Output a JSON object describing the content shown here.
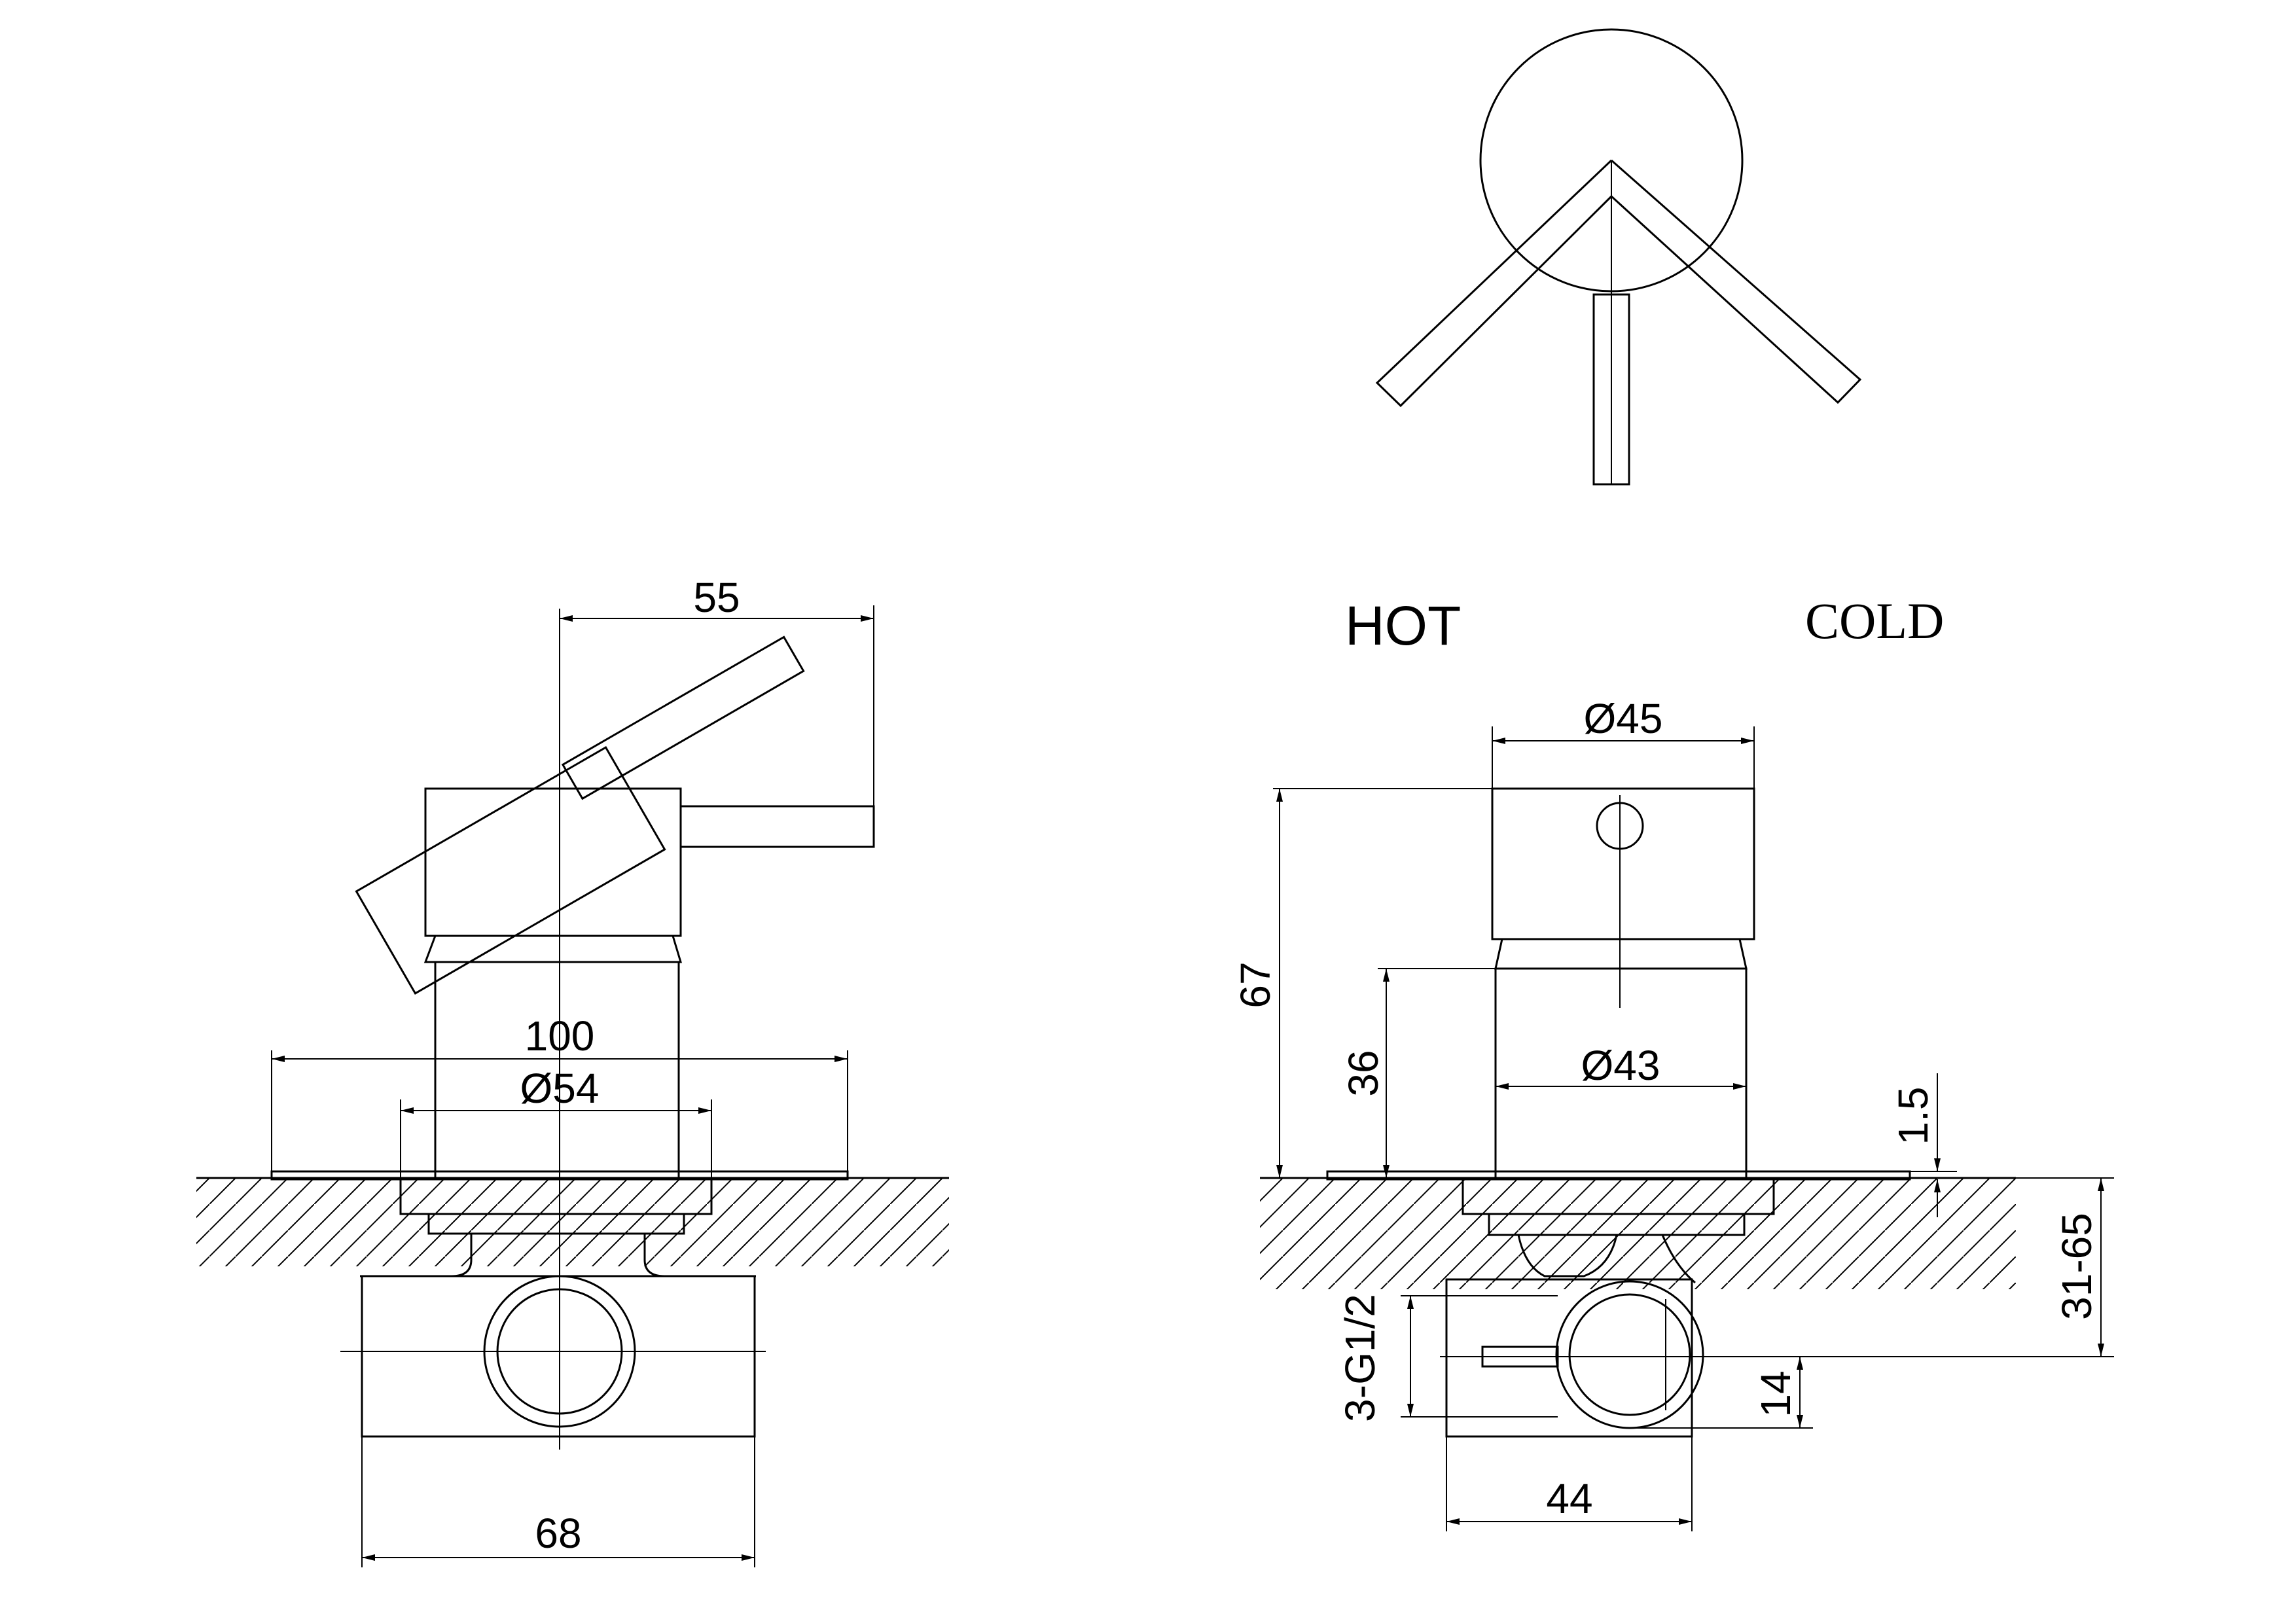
{
  "labels": {
    "hot": "HOT",
    "cold": "COLD"
  },
  "side_view": {
    "dim_lever_reach": "55",
    "dim_plate_width": "100",
    "dim_escutcheon_dia": "Ø54",
    "dim_body_width": "68"
  },
  "front_view": {
    "dim_handle_dia": "Ø45",
    "dim_sleeve_dia": "Ø43",
    "dim_total_height": "67",
    "dim_sleeve_height": "36",
    "dim_plate_thickness": "1.5",
    "dim_wall_depth": "31-65",
    "dim_thread": "3-G1/2",
    "dim_port_offset": "14",
    "dim_body_width": "44"
  }
}
